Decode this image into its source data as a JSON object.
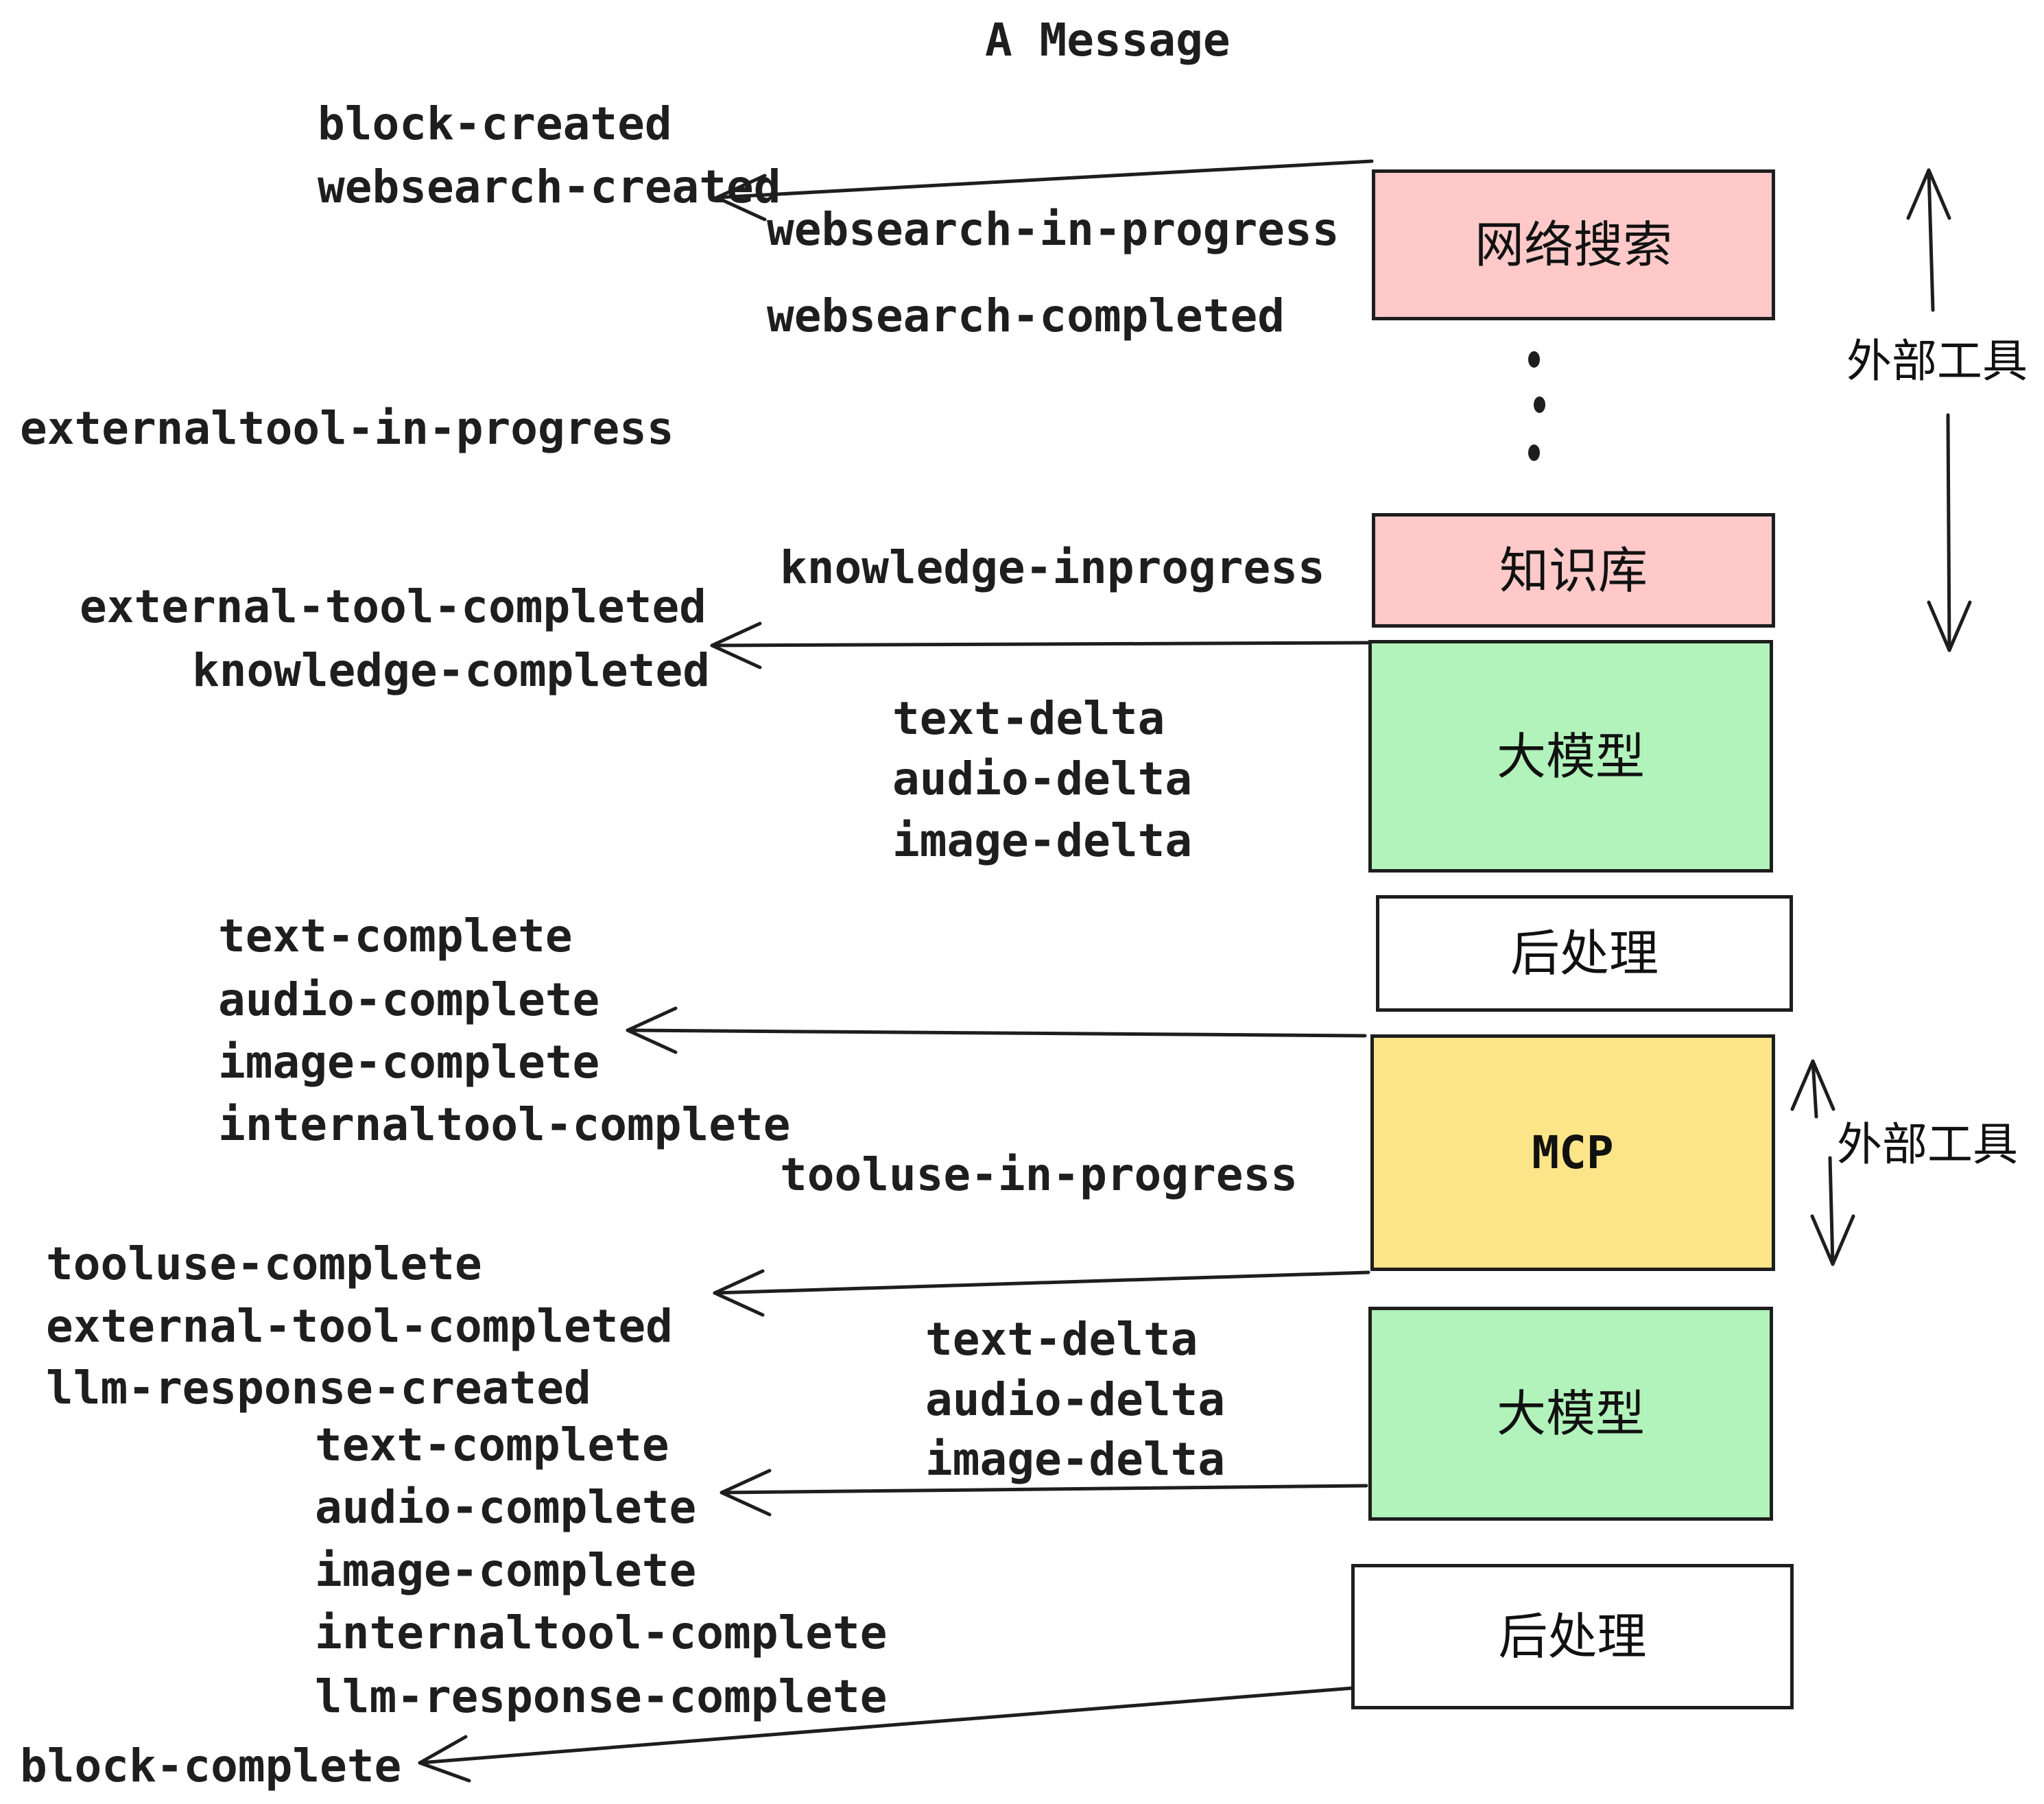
{
  "title": "A Message",
  "boxes": [
    {
      "label": "网络搜索",
      "color": "#ffc9c9"
    },
    {
      "label": "知识库",
      "color": "#ffc9c9"
    },
    {
      "label": "大模型",
      "color": "#b2f2bb"
    },
    {
      "label": "后处理",
      "color": "#ffffff"
    },
    {
      "label": "MCP",
      "color": "#fbe588"
    },
    {
      "label": "大模型",
      "color": "#b2f2bb"
    },
    {
      "label": "后处理",
      "color": "#ffffff"
    }
  ],
  "side_labels": [
    {
      "text": "外部工具"
    },
    {
      "text": "外部工具"
    }
  ],
  "events": [
    {
      "text": "block-created"
    },
    {
      "text": "websearch-created"
    },
    {
      "text": "websearch-in-progress"
    },
    {
      "text": "websearch-completed"
    },
    {
      "text": "externaltool-in-progress"
    },
    {
      "text": "knowledge-inprogress"
    },
    {
      "text": "external-tool-completed"
    },
    {
      "text": "knowledge-completed"
    },
    {
      "text": "text-delta"
    },
    {
      "text": "audio-delta"
    },
    {
      "text": "image-delta"
    },
    {
      "text": "text-complete"
    },
    {
      "text": "audio-complete"
    },
    {
      "text": "image-complete"
    },
    {
      "text": "internaltool-complete"
    },
    {
      "text": "tooluse-in-progress"
    },
    {
      "text": "tooluse-complete"
    },
    {
      "text": "external-tool-completed"
    },
    {
      "text": "llm-response-created"
    },
    {
      "text": "text-complete"
    },
    {
      "text": "text-delta"
    },
    {
      "text": "audio-delta"
    },
    {
      "text": "image-delta"
    },
    {
      "text": "audio-complete"
    },
    {
      "text": "image-complete"
    },
    {
      "text": "internaltool-complete"
    },
    {
      "text": "llm-response-complete"
    },
    {
      "text": "block-complete"
    }
  ],
  "colors": {
    "pink": "#ffc9c9",
    "green": "#b2f2bb",
    "yellow": "#fbe588",
    "white": "#ffffff",
    "stroke": "#1e1e1e",
    "background": "#ffffff"
  }
}
